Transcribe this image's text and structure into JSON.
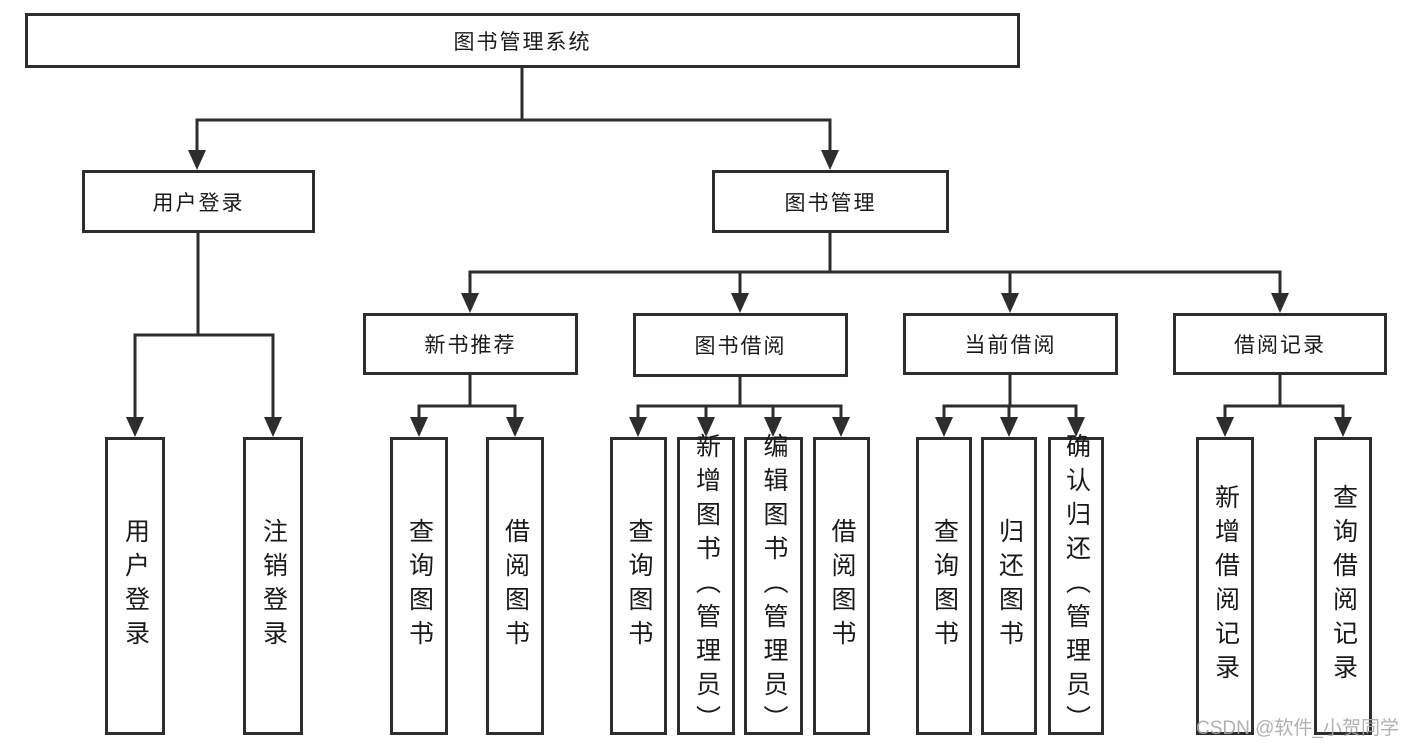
{
  "diagram": {
    "root": {
      "label": "图书管理系统"
    },
    "branches": [
      {
        "label": "用户登录",
        "children": [
          {
            "label": "用户登录"
          },
          {
            "label": "注销登录"
          }
        ]
      },
      {
        "label": "图书管理",
        "children": [
          {
            "label": "新书推荐",
            "children": [
              {
                "label": "查询图书"
              },
              {
                "label": "借阅图书"
              }
            ]
          },
          {
            "label": "图书借阅",
            "children": [
              {
                "label": "查询图书"
              },
              {
                "label": "新增图书（管理员）"
              },
              {
                "label": "编辑图书（管理员）"
              },
              {
                "label": "借阅图书"
              }
            ]
          },
          {
            "label": "当前借阅",
            "children": [
              {
                "label": "查询图书"
              },
              {
                "label": "归还图书"
              },
              {
                "label": "确认归还（管理员）"
              }
            ]
          },
          {
            "label": "借阅记录",
            "children": [
              {
                "label": "新增借阅记录"
              },
              {
                "label": "查询借阅记录"
              }
            ]
          }
        ]
      }
    ]
  },
  "watermark": {
    "text": "CSDN @软件_小贺同学"
  },
  "colors": {
    "line": "#2d2d2d",
    "text": "#1a1a1a",
    "watermark": "#a8a8a8",
    "background": "#ffffff"
  }
}
